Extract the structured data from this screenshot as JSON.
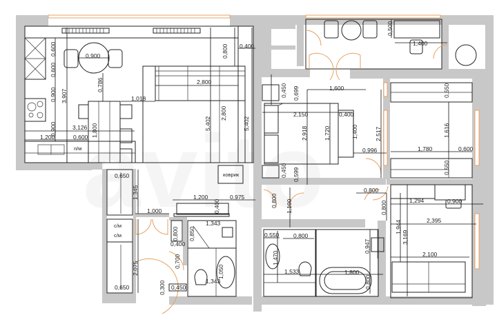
{
  "plan": {
    "watermark": "avito",
    "room_labels": {
      "kovrik": "коврик",
      "pm": "п/м",
      "sm1": "с/м",
      "sm2": "с/м"
    },
    "dimensions": {
      "kitchen_col_0600_a": "0,600",
      "kitchen_col_0600_b": "0,600",
      "kitchen_col_0900": "0,900",
      "kitchen_height_3907": "3,907",
      "table_diameter": "0,900",
      "table_gap_0786": "0,786",
      "sofa_offset_1018": "1,018",
      "kitchen_width_3126": "3,126",
      "counter_1200": "1,200",
      "counter_0600": "0,600",
      "island_1800": "1,800",
      "sofa_width_2800": "2,800",
      "sofa_depth_2800": "2,800",
      "top_gap_0800": "0,800",
      "wall_0400": "0,400",
      "living_5402_a": "5,402",
      "living_5402_b": "5,402",
      "hall_1345": "1,345",
      "hall_1000": "1,000",
      "console_1200": "1,200",
      "console_0400": "0,400",
      "hall_0975": "0,975",
      "closet_0650_top": "0,650",
      "closet_0650_bottom": "0,650",
      "hall_2075": "2,075",
      "wc_door_0800": "0,800",
      "wc_0400": "0,400",
      "wc_door_0700": "0,700",
      "hall_0300": "0,300",
      "hall_0450": "0,450",
      "shower_1343_top": "1,343",
      "shower_0850": "0,850",
      "mirror_1050": "1,050",
      "wc_1343_bottom": "1,343",
      "balcony_0500": "0,500",
      "desk_1400": "1,400",
      "bed_nightstand_0450_top": "0,450",
      "bed_gap_0699": "0,699",
      "bed_walk_1600": "1,600",
      "bed_width_2150": "2,150",
      "bed_bench_0400": "0,400",
      "bed_2918": "2,918",
      "bed_1720": "1,720",
      "bed_bench_1400": "1,400",
      "bedroom_2517": "2,517",
      "bedroom_0996": "0,996",
      "bed_nightstand_0450_bottom": "0,450",
      "bed_gap_0599": "0,599",
      "wardrobe_0550_top": "0,550",
      "dressing_1616": "1,616",
      "dressing_1780": "1,780",
      "dressing_0600": "0,600",
      "wardrobe_0550_bottom": "0,550",
      "bath_door_0800_left": "0,800",
      "bath_1100": "1,100",
      "hall_0800_right": "0,800",
      "room_door_0800": "0,800",
      "bath_0550": "0,550",
      "bath_0800": "0,800",
      "bath_sink_1470": "1,470",
      "bath_1533": "1,533",
      "bath_0947": "0,947",
      "tub_1800": "1,800",
      "tub_0800": "0,800",
      "office_1294": "1,294",
      "office_0900": "0,900",
      "office_1944": "1,944",
      "office_3169": "3,169",
      "office_2395": "2,395",
      "sofa2_2100": "2,100"
    },
    "colors": {
      "wall": "#c8c8c8",
      "door_window": "#e8a060",
      "line": "#222222"
    }
  }
}
